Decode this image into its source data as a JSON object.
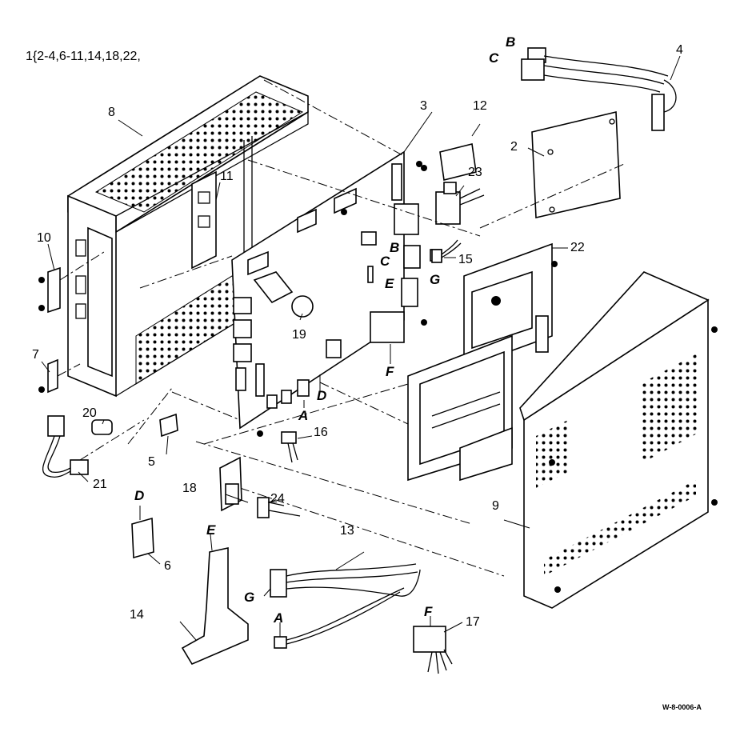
{
  "header": {
    "assembly_text": "1{2-4,6-11,14,18,22,"
  },
  "reference": {
    "code": "W-8-0006-A"
  },
  "callouts": [
    {
      "label": "2"
    },
    {
      "label": "3"
    },
    {
      "label": "4"
    },
    {
      "label": "5"
    },
    {
      "label": "6"
    },
    {
      "label": "7"
    },
    {
      "label": "8"
    },
    {
      "label": "9"
    },
    {
      "label": "10"
    },
    {
      "label": "11"
    },
    {
      "label": "12"
    },
    {
      "label": "13"
    },
    {
      "label": "14"
    },
    {
      "label": "15"
    },
    {
      "label": "16"
    },
    {
      "label": "17"
    },
    {
      "label": "18"
    },
    {
      "label": "19"
    },
    {
      "label": "20"
    },
    {
      "label": "21"
    },
    {
      "label": "22"
    },
    {
      "label": "23"
    },
    {
      "label": "24"
    }
  ],
  "connectors": [
    {
      "letter": "A"
    },
    {
      "letter": "B"
    },
    {
      "letter": "C"
    },
    {
      "letter": "D"
    },
    {
      "letter": "E"
    },
    {
      "letter": "F"
    },
    {
      "letter": "G"
    },
    {
      "letter": "B"
    },
    {
      "letter": "C"
    },
    {
      "letter": "E"
    },
    {
      "letter": "G"
    },
    {
      "letter": "F"
    },
    {
      "letter": "D"
    },
    {
      "letter": "A"
    }
  ]
}
